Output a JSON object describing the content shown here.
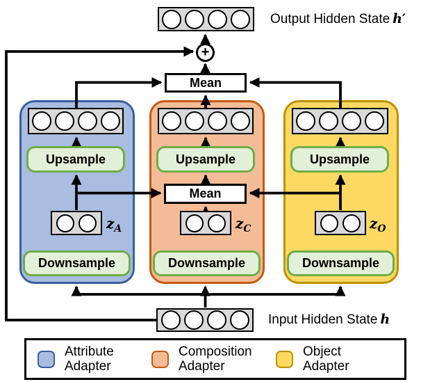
{
  "nodes": {
    "output_state": {
      "label": "Output Hidden State",
      "symbol": "h′",
      "units": 4
    },
    "input_state": {
      "label": "Input Hidden State",
      "symbol": "h",
      "units": 4
    },
    "sum_symbol": "+",
    "mean_top_label": "Mean",
    "mean_mid_label": "Mean"
  },
  "adapters": [
    {
      "name": "Attribute Adapter",
      "upsample_label": "Upsample",
      "downsample_label": "Downsample",
      "latent_symbol": "z",
      "latent_subscript": "A",
      "latent_units": 2,
      "fill_color": "#A8BDDF",
      "border_color": "#3A5EA2"
    },
    {
      "name": "Composition Adapter",
      "upsample_label": "Upsample",
      "downsample_label": "Downsample",
      "latent_symbol": "z",
      "latent_subscript": "C",
      "latent_units": 2,
      "fill_color": "#F4BC96",
      "border_color": "#C55A11"
    },
    {
      "name": "Object Adapter",
      "upsample_label": "Upsample",
      "downsample_label": "Downsample",
      "latent_symbol": "z",
      "latent_subscript": "O",
      "latent_units": 2,
      "fill_color": "#FBD963",
      "border_color": "#BF9000"
    }
  ],
  "legend": {
    "items": [
      {
        "lines": [
          "Attribute",
          "Adapter"
        ],
        "fill_color": "#A8BDDF",
        "border_color": "#3A5EA2"
      },
      {
        "lines": [
          "Composition",
          "Adapter"
        ],
        "fill_color": "#F4BC96",
        "border_color": "#C55A11"
      },
      {
        "lines": [
          "Object",
          "Adapter"
        ],
        "fill_color": "#FBD963",
        "border_color": "#BF9000"
      }
    ]
  },
  "colors": {
    "pill_fill": "#E2EFD9",
    "pill_border": "#6FAD47",
    "unit_box_fill": "#D9D9D9",
    "line_color": "#000000"
  }
}
